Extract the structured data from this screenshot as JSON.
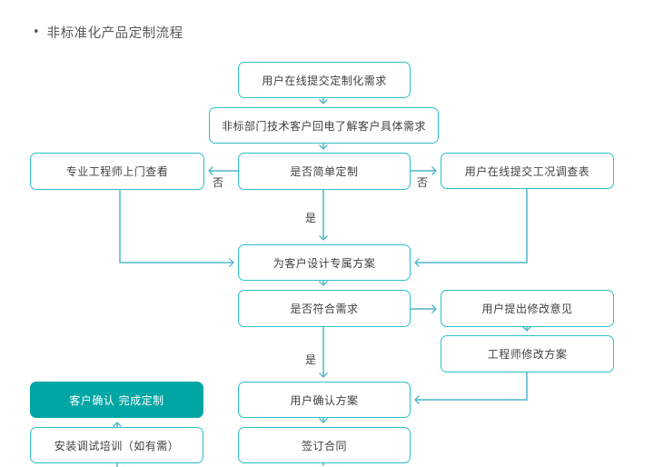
{
  "title": {
    "bullet": "•",
    "text": "非标准化产品定制流程"
  },
  "colors": {
    "line": "#4FB5C9",
    "border": "#2BC0CB",
    "teal-fill": "#00A6A4",
    "text": "#404040",
    "title": "#595959"
  },
  "labels": {
    "yes": "是",
    "no": "否"
  },
  "nodes": [
    {
      "id": "submit-request",
      "label": "用户在线提交定制化需求"
    },
    {
      "id": "callback",
      "label": "非标部门技术客户回电了解客户具体需求"
    },
    {
      "id": "engineer-visit",
      "label": "专业工程师上门查看"
    },
    {
      "id": "simple-custom",
      "label": "是否简单定制"
    },
    {
      "id": "survey-form",
      "label": "用户在线提交工况调查表"
    },
    {
      "id": "design-plan",
      "label": "为客户设计专属方案"
    },
    {
      "id": "meets-needs",
      "label": "是否符合需求"
    },
    {
      "id": "feedback",
      "label": "用户提出修改意见"
    },
    {
      "id": "revise-plan",
      "label": "工程师修改方案"
    },
    {
      "id": "confirm-plan",
      "label": "用户确认方案"
    },
    {
      "id": "sign-contract",
      "label": "签订合同"
    },
    {
      "id": "complete-custom",
      "label": "客户确认 完成定制"
    },
    {
      "id": "install-training",
      "label": "安装调试培训（如有需）"
    }
  ]
}
